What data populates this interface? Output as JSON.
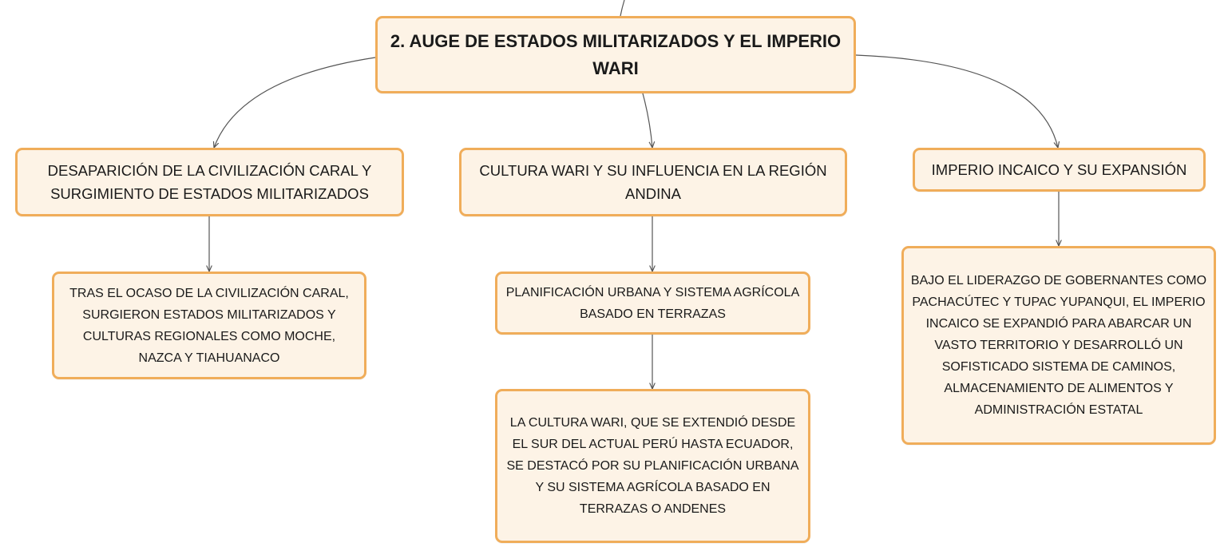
{
  "root": {
    "label": "2. AUGE DE ESTADOS MILITARIZADOS Y EL IMPERIO WARI"
  },
  "branches": [
    {
      "label": "DESAPARICIÓN DE LA CIVILIZACIÓN CARAL Y SURGIMIENTO DE ESTADOS MILITARIZADOS",
      "children": [
        {
          "label": "TRAS EL OCASO DE LA CIVILIZACIÓN CARAL, SURGIERON ESTADOS MILITARIZADOS Y CULTURAS REGIONALES COMO MOCHE, NAZCA Y TIAHUANACO"
        }
      ]
    },
    {
      "label": "CULTURA WARI Y SU INFLUENCIA EN LA REGIÓN ANDINA",
      "children": [
        {
          "label": "PLANIFICACIÓN URBANA Y SISTEMA AGRÍCOLA BASADO EN TERRAZAS",
          "children": [
            {
              "label": "LA CULTURA WARI, QUE SE EXTENDIÓ DESDE EL SUR DEL ACTUAL PERÚ HASTA ECUADOR, SE DESTACÓ POR SU PLANIFICACIÓN URBANA Y SU SISTEMA AGRÍCOLA BASADO EN TERRAZAS O ANDENES"
            }
          ]
        }
      ]
    },
    {
      "label": "IMPERIO INCAICO Y SU EXPANSIÓN",
      "children": [
        {
          "label": "BAJO EL LIDERAZGO DE GOBERNANTES COMO PACHACÚTEC Y TUPAC YUPANQUI, EL IMPERIO INCAICO SE EXPANDIÓ PARA ABARCAR UN VASTO TERRITORIO Y DESARROLLÓ UN SOFISTICADO SISTEMA DE CAMINOS, ALMACENAMIENTO DE ALIMENTOS Y ADMINISTRACIÓN ESTATAL"
        }
      ]
    }
  ],
  "colors": {
    "node_fill": "#fdf3e6",
    "node_border": "#f0ad5a",
    "connector": "#555555"
  }
}
